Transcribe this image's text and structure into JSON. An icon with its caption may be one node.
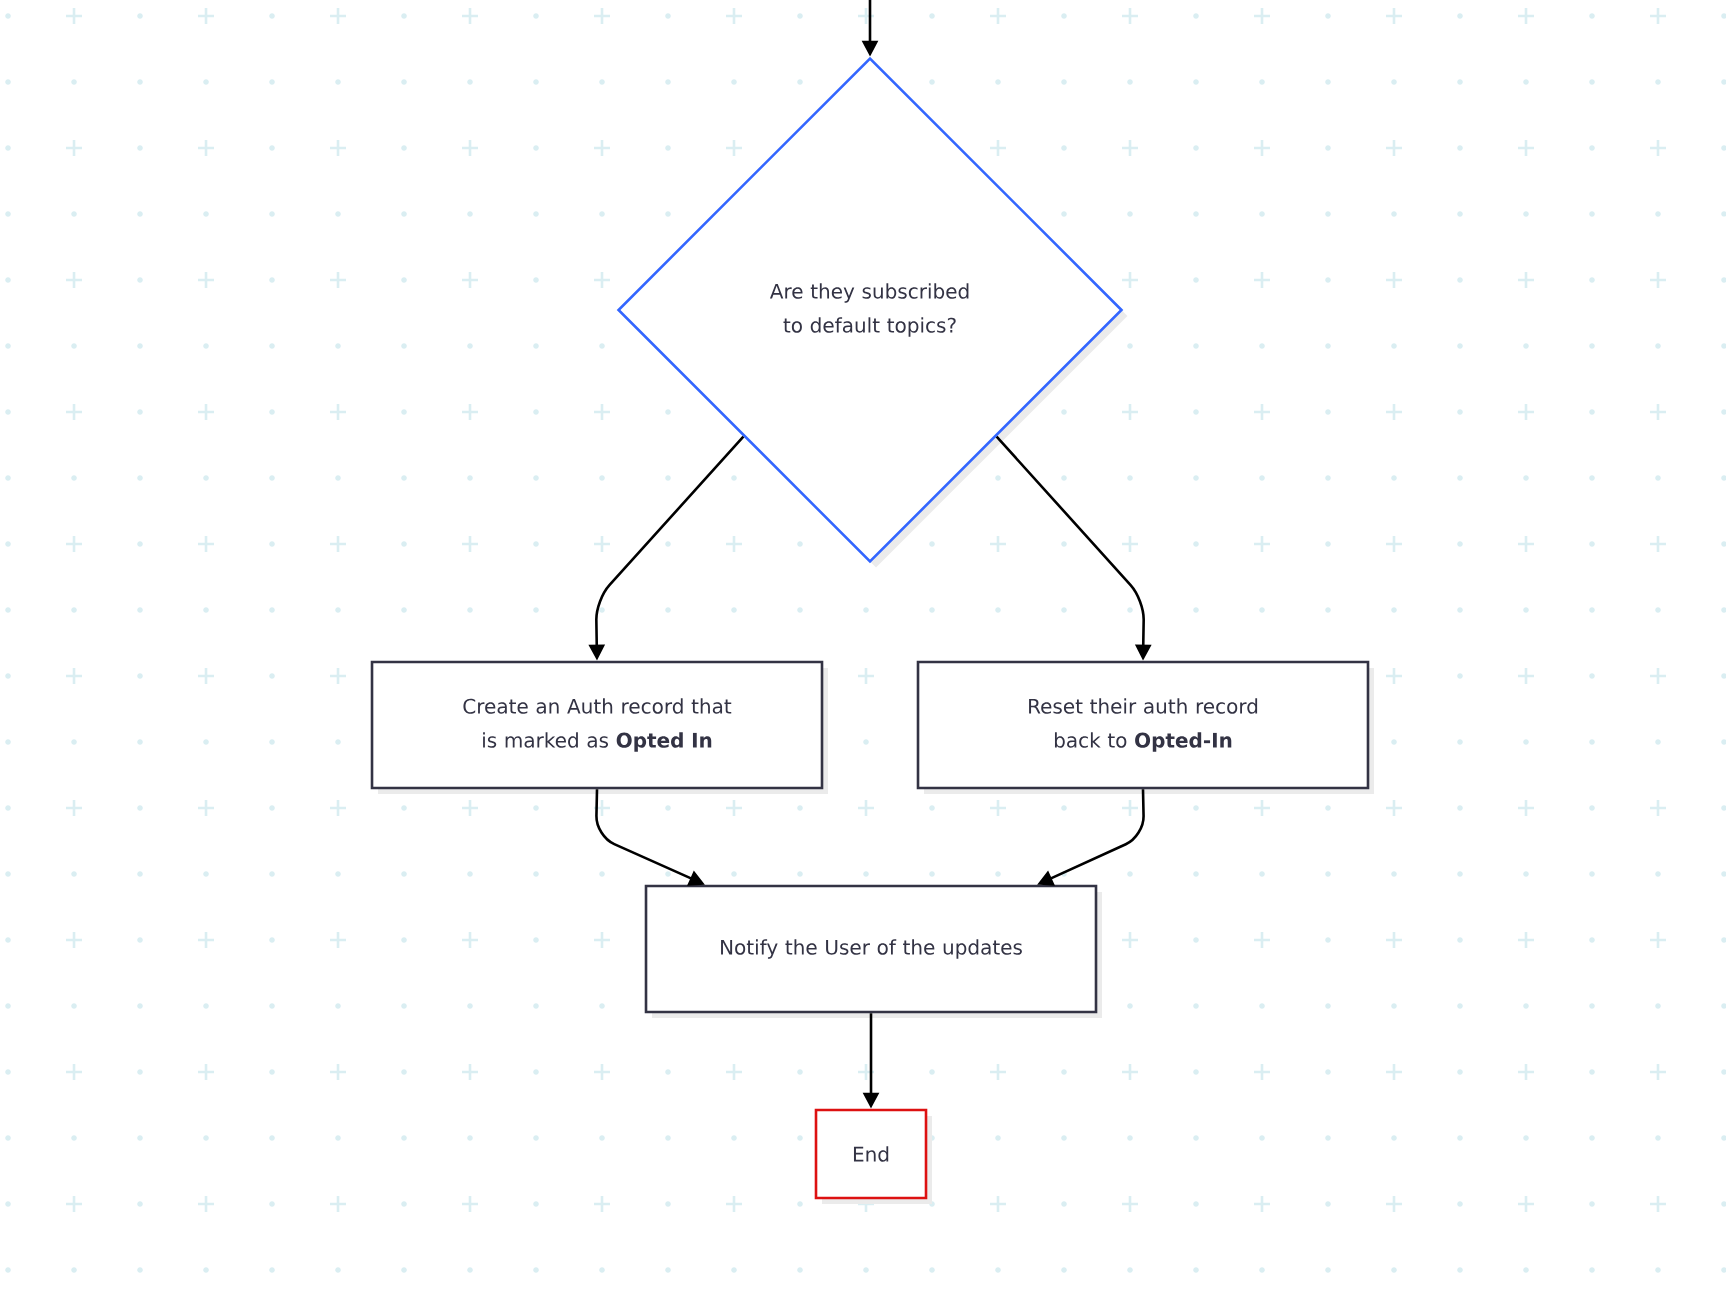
{
  "diagram": {
    "nodes": [
      {
        "text": [
          "Are they subscribed to default topics?"
        ]
      },
      {
        "text": [
          "Create an Auth record that is marked as **Opted In**"
        ]
      },
      {
        "text": [
          "Reset their auth record back to **Opted-In**"
        ]
      },
      {
        "text": [
          "Notify the User of the updates"
        ]
      },
      {
        "text": [
          "End"
        ]
      }
    ],
    "edges": [
      {
        "from": null,
        "to": 0,
        "arrow": "to"
      },
      {
        "from": 0,
        "to": 1,
        "arrow": "to"
      },
      {
        "from": 0,
        "to": 2,
        "arrow": "to"
      },
      {
        "from": 1,
        "to": 3,
        "arrow": "to"
      },
      {
        "from": 2,
        "to": 3,
        "arrow": "to"
      },
      {
        "from": 3,
        "to": 4,
        "arrow": "to"
      }
    ]
  }
}
